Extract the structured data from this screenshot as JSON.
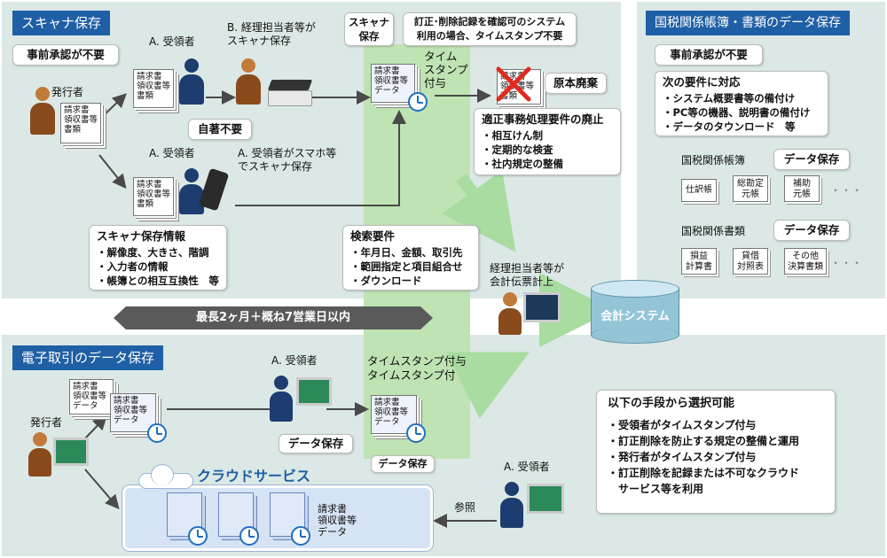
{
  "scanner": {
    "title": "スキャナ保存",
    "no_prior_approval": "事前承認が不要",
    "issuer": "発行者",
    "docs_label": "請求書\n領収書等\n書類",
    "recipient_a1": "A. 受領者",
    "recipient_a2": "A. 受領者",
    "b_accounting": "B. 経理担当者等が\nスキャナ保存",
    "no_signature": "自著不要",
    "a_smartphone": "A. 受領者がスマホ等\nでスキャナ保存",
    "scan_info": {
      "heading": "スキャナ保存情報",
      "items": [
        "・解像度、大きさ、階調",
        "・入力者の情報",
        "・帳簿との相互互換性　等"
      ]
    },
    "scanner_callout": "スキャナ\n保存",
    "revision_callout": "訂正･削除記録を確認可のシステム\n利用の場合、タイムスタンプ不要",
    "timestamp_label": "タイム\nスタンプ\n付与",
    "data_doc": "請求書\n領収書等\nデータ",
    "original_disposal": "原本廃棄",
    "abolition": {
      "heading": "適正事務処理要件の廃止",
      "items": [
        "・相互けん制",
        "・定期的な検査",
        "・社内規定の整備"
      ]
    },
    "search": {
      "heading": "検索要件",
      "items": [
        "・年月日、金額、取引先",
        "・範囲指定と項目組合せ",
        "・ダウンロード"
      ]
    }
  },
  "tax": {
    "title": "国税関係帳簿・書類のデータ保存",
    "no_prior_approval": "事前承認が不要",
    "requirements": {
      "heading": "次の要件に対応",
      "items": [
        "・システム概要書等の備付け",
        "・PC等の機器、説明書の備付け",
        "・データのタウンロード　等"
      ]
    },
    "books_label": "国税関係帳簿",
    "books_save": "データ保存",
    "books": [
      "仕訳帳",
      "総勘定\n元帳",
      "補助\n元帳"
    ],
    "docs_label": "国税関係書類",
    "docs_save": "データ保存",
    "docs": [
      "損益\n計算書",
      "貸借\n対照表",
      "その他\n決算書類"
    ],
    "ellipsis": "・・・"
  },
  "middle": {
    "accounting_person": "経理担当者等が\n会計伝票計上",
    "accounting_system": "会計システム",
    "deadline": "最長2ヶ月＋概ね7営業日以内"
  },
  "etrans": {
    "title": "電子取引のデータ保存",
    "issuer": "発行者",
    "recipient_a1": "A. 受領者",
    "recipient_a2": "A. 受領者",
    "data_save": "データ保存",
    "timestamp_label": "タイムスタンプ付与\nタイムスタンプ付",
    "data_save2": "データ保存",
    "cloud": "クラウドサービス",
    "cloud_doc": "請求書\n領収書等\nデータ",
    "reference": "参照",
    "options": {
      "heading": "以下の手段から選択可能",
      "items": [
        "・受領者がタイムスタンプ付与",
        "・訂正削除を防止する規定の整備と運用",
        "・発行者がタイムスタンプ付与",
        "・訂正削除を記録または不可なクラウド\n　サービス等を利用"
      ]
    }
  },
  "colors": {
    "panel": "#dbe8e6",
    "title_bg": "#1f5fa6",
    "band": "#bfe3b3",
    "arrow_dark": "#4a4a4a"
  }
}
